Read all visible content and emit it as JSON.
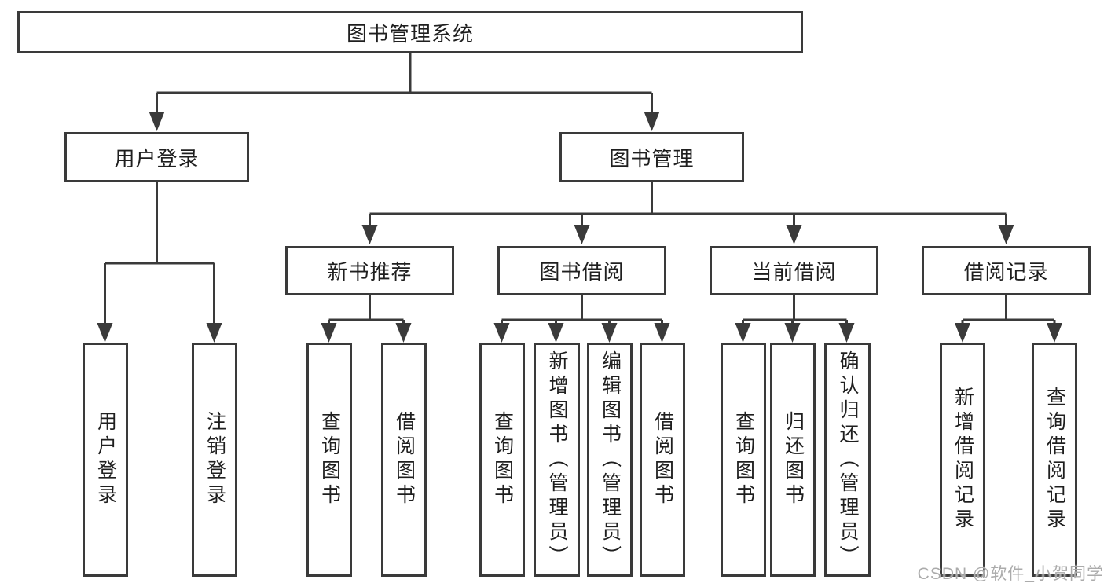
{
  "diagram_title": "图书管理系统",
  "tree": {
    "root": {
      "label": "图书管理系统"
    },
    "branches": [
      {
        "label": "用户登录",
        "children": [
          {
            "label": "用户登录"
          },
          {
            "label": "注销登录"
          }
        ]
      },
      {
        "label": "图书管理",
        "children": [
          {
            "label": "新书推荐",
            "children": [
              {
                "label": "查询图书"
              },
              {
                "label": "借阅图书"
              }
            ]
          },
          {
            "label": "图书借阅",
            "children": [
              {
                "label": "查询图书"
              },
              {
                "label": "新增图书（管理员）"
              },
              {
                "label": "编辑图书（管理员）"
              },
              {
                "label": "借阅图书"
              }
            ]
          },
          {
            "label": "当前借阅",
            "children": [
              {
                "label": "查询图书"
              },
              {
                "label": "归还图书"
              },
              {
                "label": "确认归还（管理员）"
              }
            ]
          },
          {
            "label": "借阅记录",
            "children": [
              {
                "label": "新增借阅记录"
              },
              {
                "label": "查询借阅记录"
              }
            ]
          }
        ]
      }
    ]
  },
  "watermark": {
    "text": "CSDN @软件_小贺同学"
  },
  "colors": {
    "line": "#3a3a3a",
    "box_border": "#3a3a3a",
    "text": "#1f1f1f",
    "watermark": "#ababab",
    "background": "#ffffff"
  }
}
